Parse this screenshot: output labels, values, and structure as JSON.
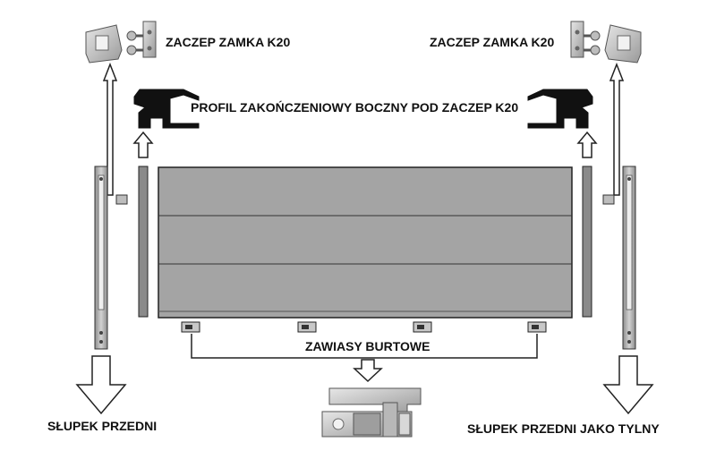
{
  "labels": {
    "latch_left": "ZACZEP ZAMKA K20",
    "latch_right": "ZACZEP ZAMKA K20",
    "end_profile": "PROFIL ZAKOŃCZENIOWY BOCZNY POD ZACZEP K20",
    "hinges": "ZAWIASY BURTOWE",
    "front_post": "SŁUPEK PRZEDNI",
    "front_post_as_rear": "SŁUPEK PRZEDNI JAKO TYLNY"
  },
  "colors": {
    "panel_fill": "#a4a4a4",
    "panel_stroke": "#222222",
    "metal_light": "#cfcfcf",
    "metal_dark": "#7a7a7a",
    "profile_black": "#111111"
  },
  "icons": {
    "latch": "latch-bracket-icon",
    "screw": "screw-icon",
    "arrow_up": "hollow-arrow-up-icon",
    "arrow_down": "hollow-arrow-down-icon",
    "hinge": "hinge-icon"
  }
}
